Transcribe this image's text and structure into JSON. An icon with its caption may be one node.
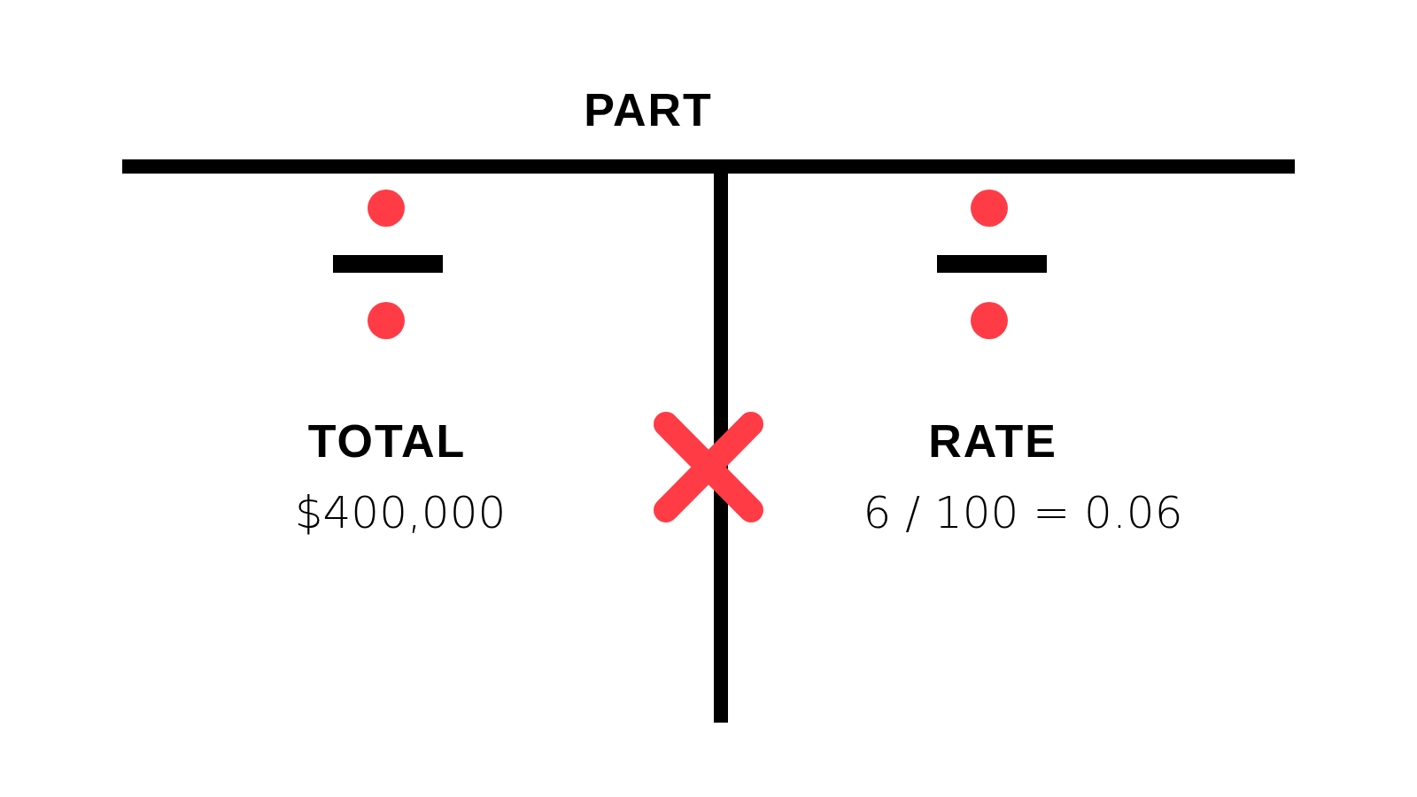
{
  "diagram": {
    "labels": [
      "PART",
      "TOTAL",
      "$400,000",
      "RATE",
      "6 / 100 = 0.06"
    ]
  }
}
